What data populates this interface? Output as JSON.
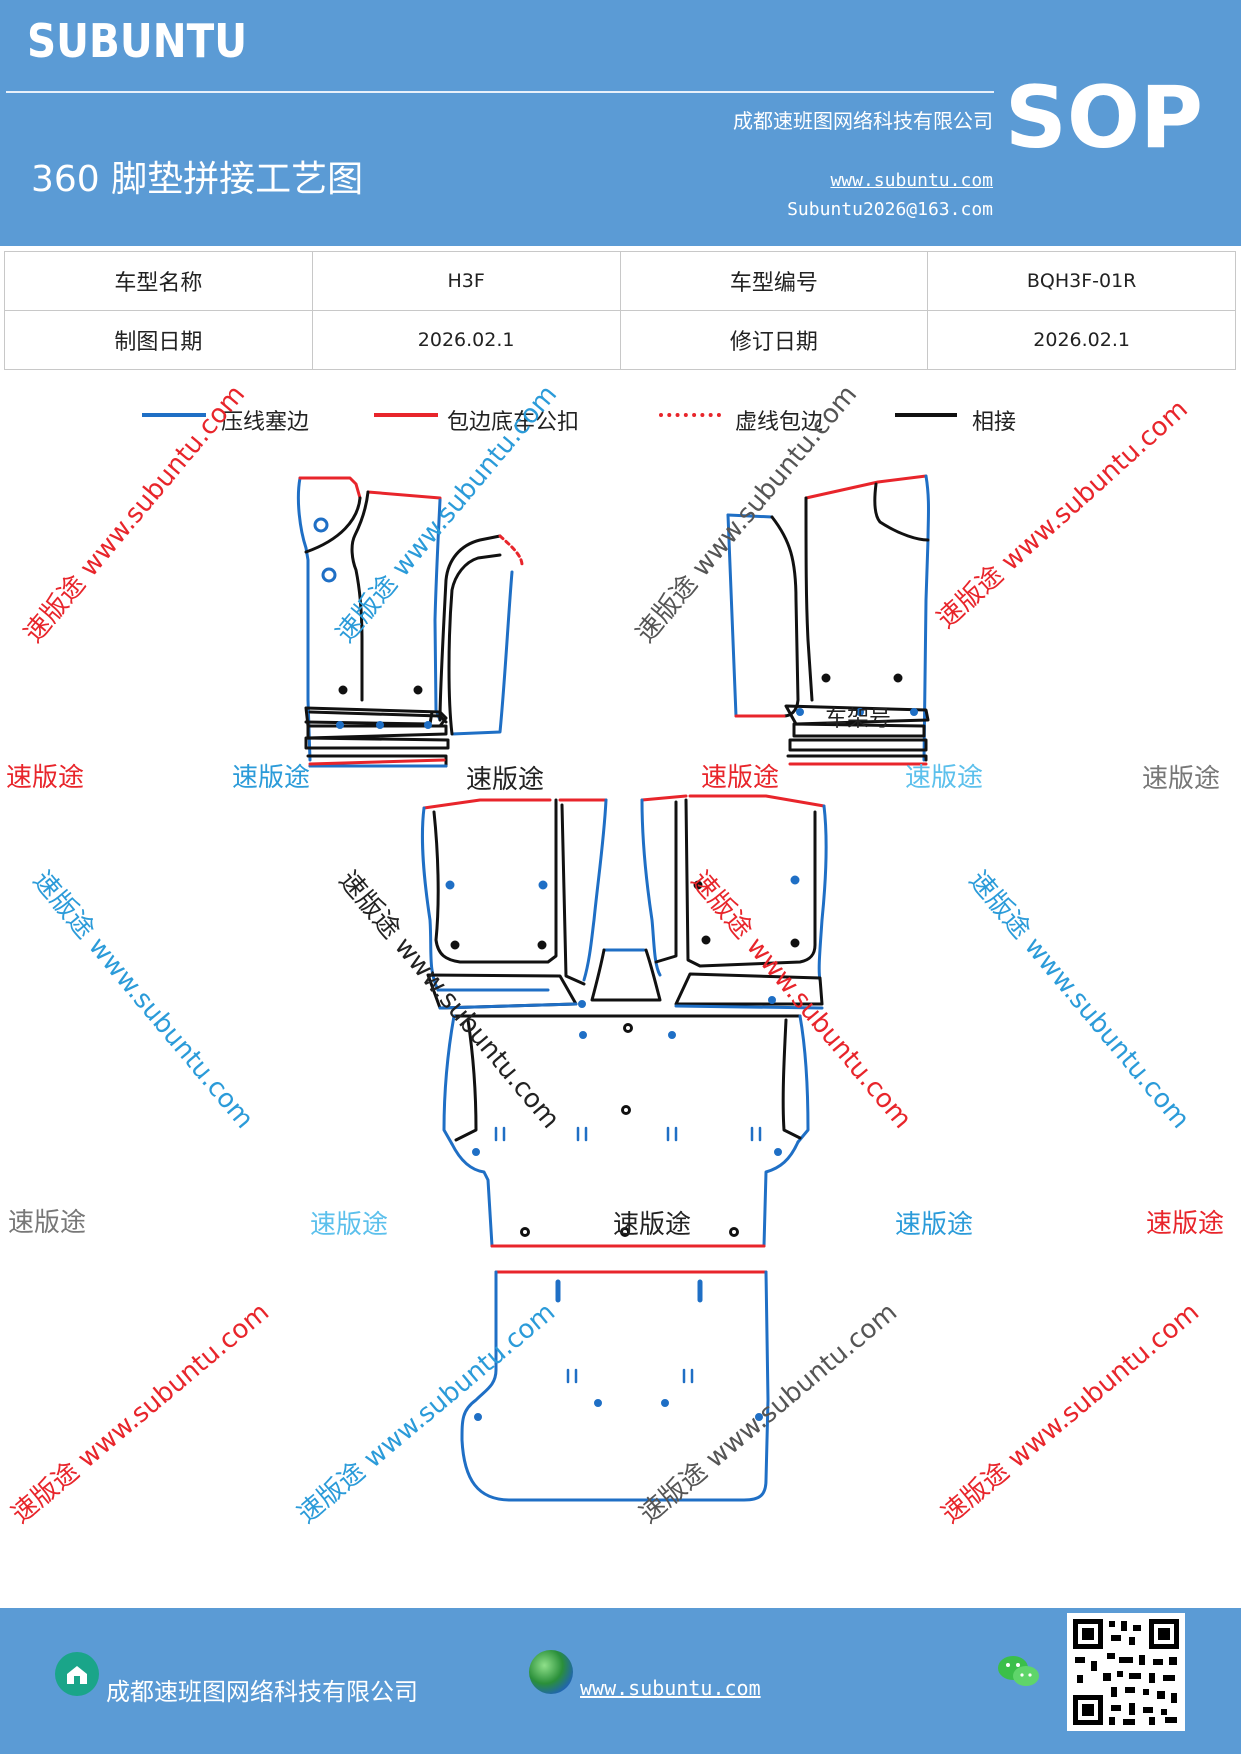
{
  "header": {
    "brand": "SUBUNTU",
    "company": "成都速班图网络科技有限公司",
    "title": "360 脚垫拼接工艺图",
    "website": "www.subuntu.com",
    "email": "Subuntu2026@163.com",
    "sop": "SOP"
  },
  "info_table": {
    "row1": [
      "车型名称",
      "H3F",
      "车型编号",
      "BQH3F-01R"
    ],
    "row2": [
      "制图日期",
      "2026.02.1",
      "修订日期",
      "2026.02.1"
    ]
  },
  "legend": [
    {
      "label": "压线塞边",
      "color": "#1f6fc5",
      "style": "solid"
    },
    {
      "label": "包边底车公扣",
      "color": "#e8252b",
      "style": "solid"
    },
    {
      "label": "虚线包边",
      "color": "#e8252b",
      "style": "dotted"
    },
    {
      "label": "相接",
      "color": "#111111",
      "style": "solid"
    }
  ],
  "diagram_labels": {
    "frame_number": "车架号"
  },
  "watermarks": {
    "brand": "速版途",
    "diagonal": "速版途 www.subuntu.com",
    "colors": {
      "red": "#e8252b",
      "blue": "#2b9bd9",
      "light_blue": "#5cc0ec",
      "gray": "#777777"
    }
  },
  "footer": {
    "company": "成都速班图网络科技有限公司",
    "website": "www.subuntu.com",
    "icons": [
      "company-icon",
      "globe-icon",
      "wechat-icon",
      "qr-code"
    ]
  },
  "colors": {
    "header_bg": "#5b9bd5",
    "blue_line": "#1f6fc5",
    "red_line": "#e8252b",
    "black_line": "#111111"
  }
}
